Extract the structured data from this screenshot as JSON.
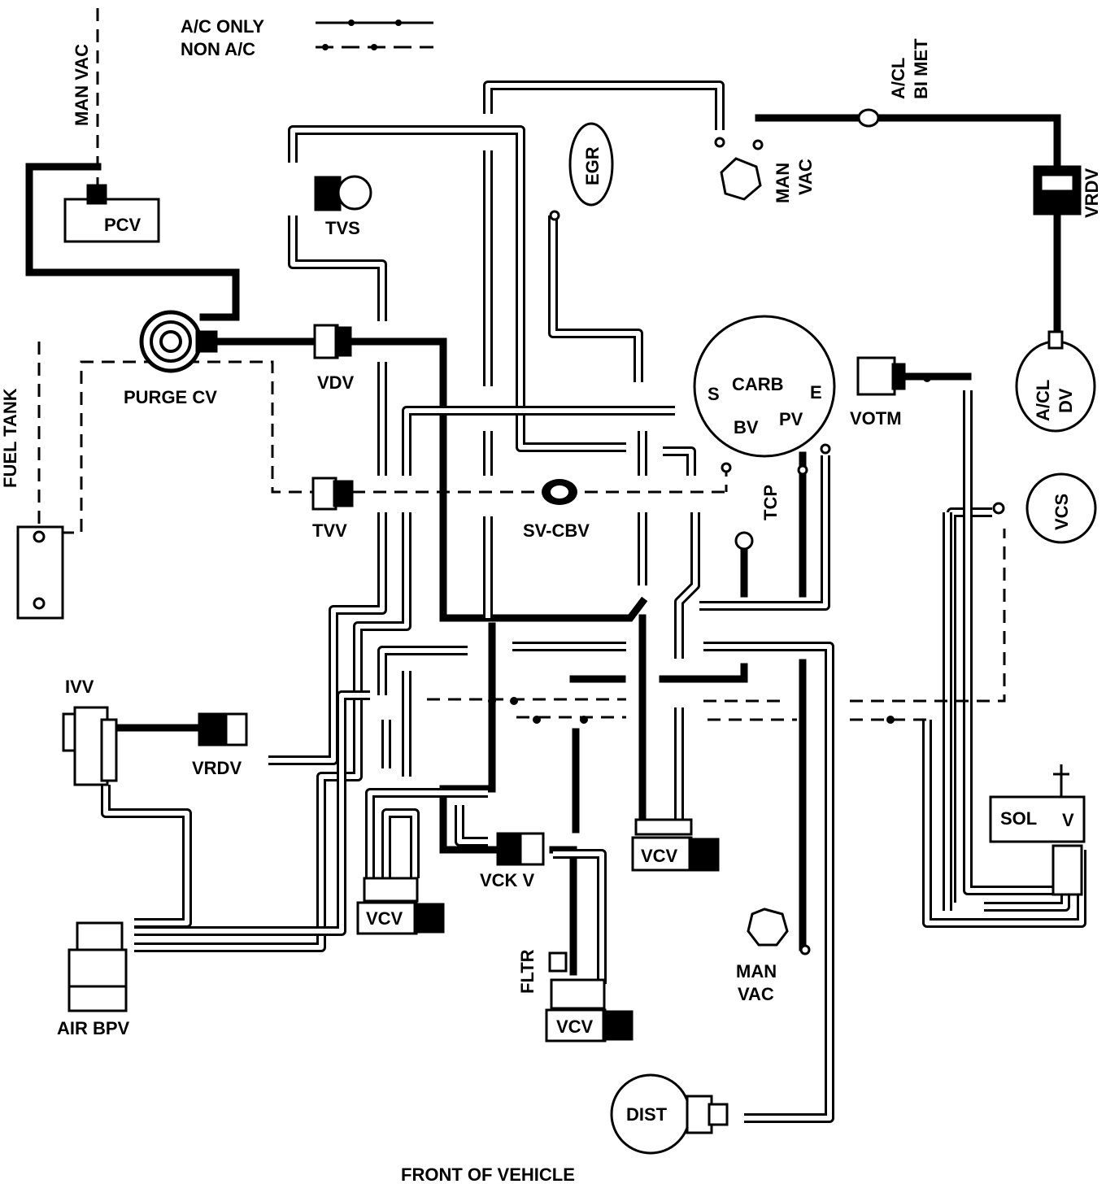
{
  "legend": {
    "ac_only": "A/C ONLY",
    "non_ac": "NON A/C"
  },
  "labels": {
    "man_vac_top": "MAN VAC",
    "pcv": "PCV",
    "tvs": "TVS",
    "egr": "EGR",
    "man_vac_right": "MAN VAC",
    "acl_bimet": "A/CL BI MET",
    "vrdv_right": "VRDV",
    "fuel_tank": "FUEL TANK",
    "purge_cv": "PURGE CV",
    "vdv": "VDV",
    "carb": "CARB",
    "carb_s": "S",
    "carb_e": "E",
    "carb_bv": "BV",
    "carb_pv": "PV",
    "votm": "VOTM",
    "acl_dv": "A/CL DV",
    "tvv": "TVV",
    "sv_cbv": "SV-CBV",
    "tcp": "TCP",
    "vcs": "VCS",
    "ivv": "IVV",
    "vrdv_left": "VRDV",
    "vcv_center": "VCV",
    "vcv_left": "VCV",
    "vck_v": "VCK V",
    "sol_v": "SOL",
    "sol_v2": "V",
    "fltr": "FLTR",
    "vcv_bottom": "VCV",
    "man_vac_bottom": "MAN VAC",
    "air_bpv": "AIR BPV",
    "dist": "DIST",
    "front_of_vehicle": "FRONT OF VEHICLE"
  }
}
